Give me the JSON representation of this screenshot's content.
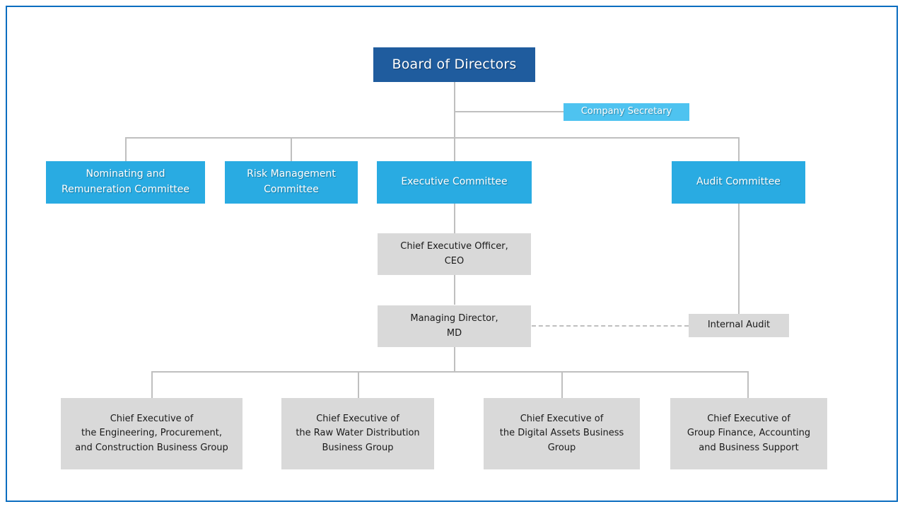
{
  "diagram": {
    "title": "Corporate Governance Organisation Chart",
    "type": "org-chart",
    "colors": {
      "frame_border": "#0b6dc0",
      "root_fill": "#1f5c9e",
      "committee_fill": "#29abe2",
      "secretary_fill": "#4ec3f0",
      "unit_fill": "#d9d9d9",
      "connector": "#bfbfbf",
      "root_text": "#ffffff",
      "unit_text": "#1a1a1a"
    }
  },
  "nodes": {
    "board": {
      "label": "Board of Directors"
    },
    "company_secretary": {
      "label": "Company Secretary"
    },
    "nominating_remuneration": {
      "label": "Nominating and\nRemuneration Committee"
    },
    "risk_management": {
      "label": "Risk Management\nCommittee"
    },
    "executive_committee": {
      "label": "Executive Committee"
    },
    "audit_committee": {
      "label": "Audit Committee"
    },
    "ceo": {
      "label": "Chief Executive Officer,\nCEO"
    },
    "md": {
      "label": "Managing Director,\nMD"
    },
    "internal_audit": {
      "label": "Internal Audit"
    },
    "ce_epc": {
      "label": "Chief Executive of\nthe Engineering, Procurement,\nand Construction Business Group"
    },
    "ce_raw_water": {
      "label": "Chief Executive of\nthe Raw Water Distribution\nBusiness Group"
    },
    "ce_digital_assets": {
      "label": "Chief Executive of\nthe Digital Assets Business\nGroup"
    },
    "ce_group_finance": {
      "label": "Chief Executive of\nGroup Finance, Accounting\nand Business Support"
    }
  }
}
